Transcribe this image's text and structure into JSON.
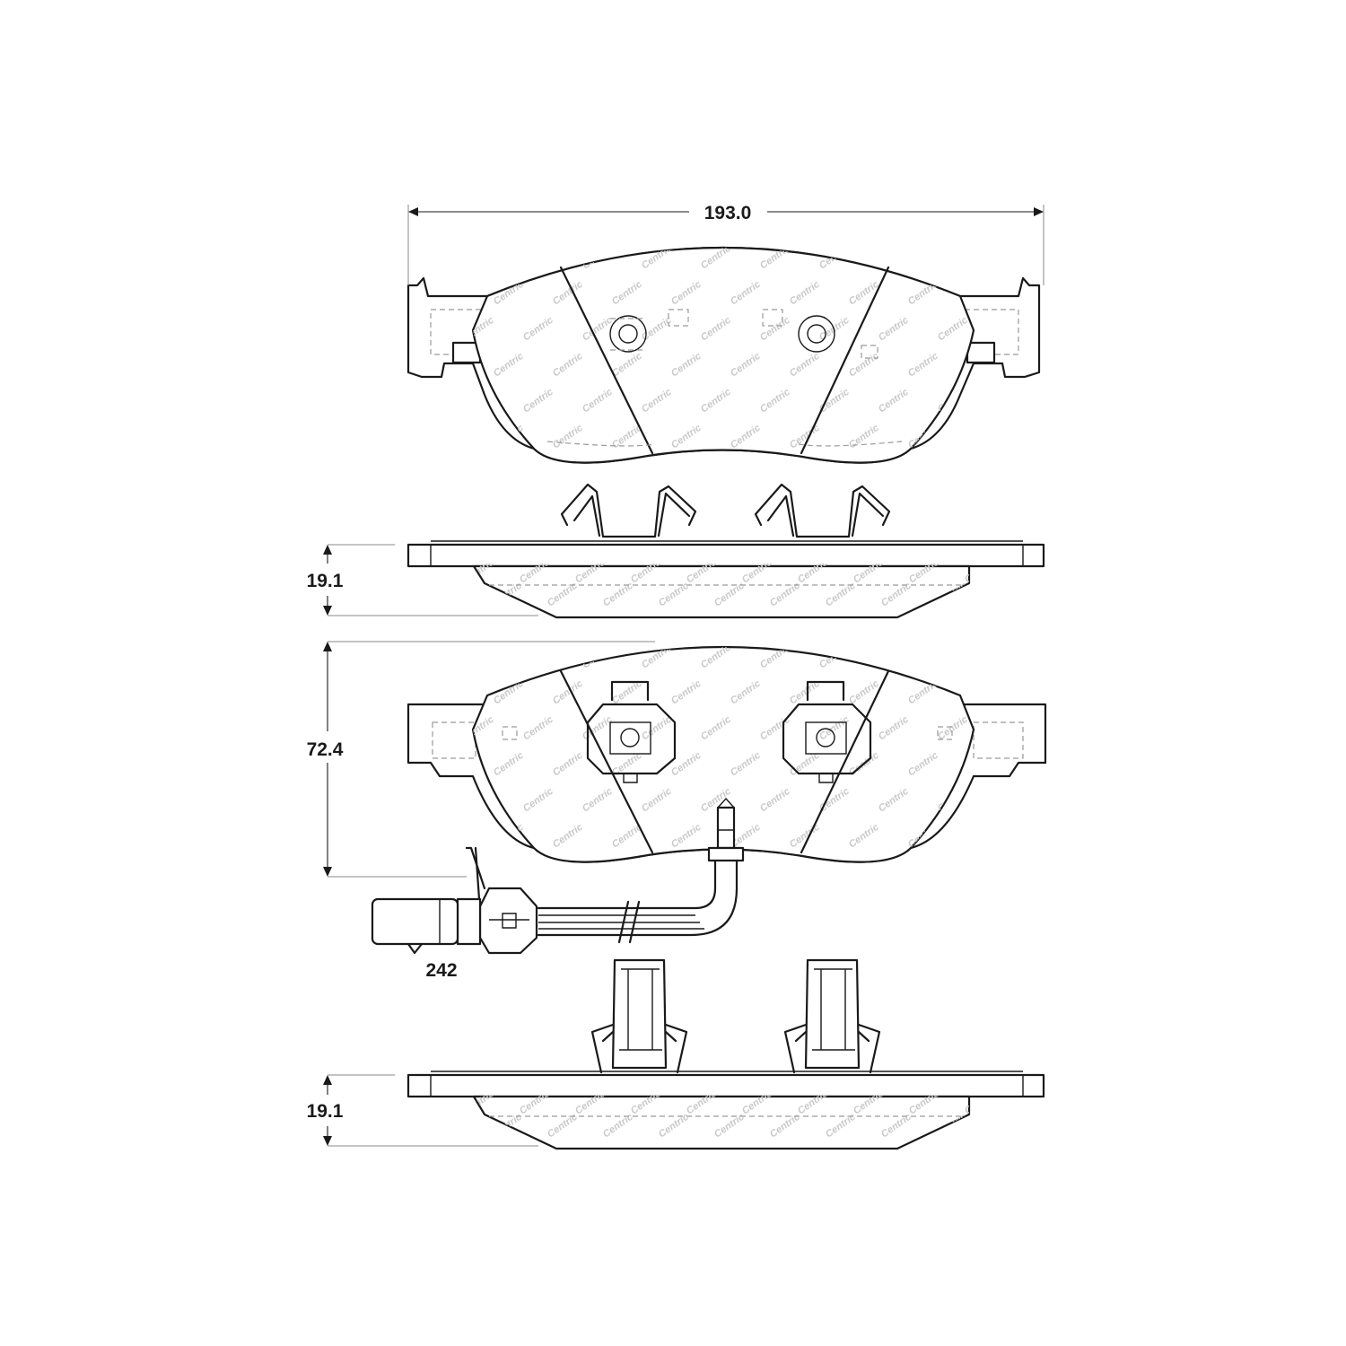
{
  "dimensions": {
    "width": "193.0",
    "thickness_top": "19.1",
    "height": "72.4",
    "sensor_length": "242",
    "thickness_bottom": "19.1"
  },
  "watermark": {
    "text": "Centric"
  },
  "colors": {
    "line": "#1a1a1a",
    "watermark": "#c9c9c9",
    "background": "#ffffff"
  }
}
